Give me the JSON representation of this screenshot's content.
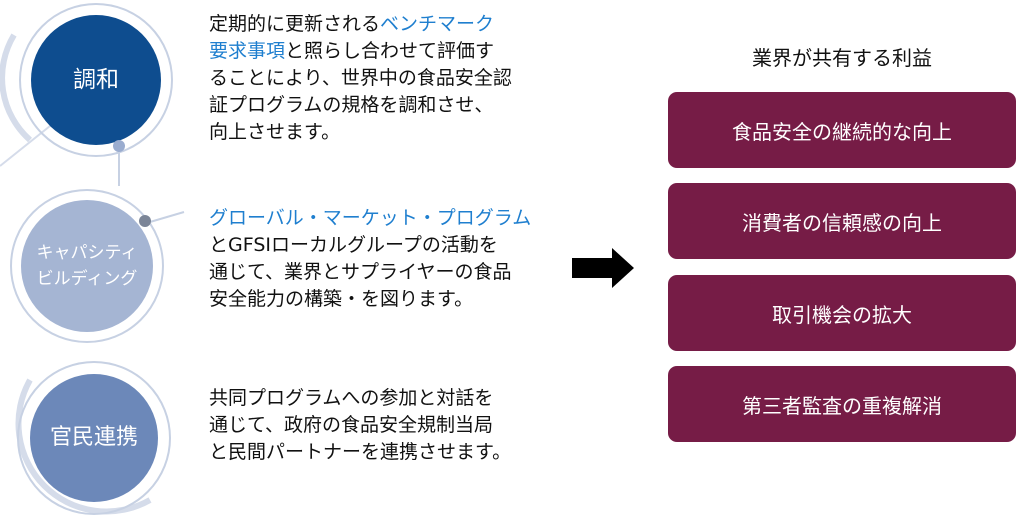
{
  "pillars": [
    {
      "label_lines": [
        "調和"
      ],
      "description_lines": [
        [
          {
            "text": "定期的に更新される"
          },
          {
            "text": "ベンチマーク",
            "hl": true
          }
        ],
        [
          {
            "text": "要求事項",
            "hl": true
          },
          {
            "text": "と照らし合わせて評価す"
          }
        ],
        [
          {
            "text": "ることにより、世界中の食品安全認"
          }
        ],
        [
          {
            "text": "証プログラムの規格を調和させ、"
          }
        ],
        [
          {
            "text": "向上させます。"
          }
        ]
      ]
    },
    {
      "label_lines": [
        "キャパシティ",
        "ビルディング"
      ],
      "description_lines": [
        [
          {
            "text": "グローバル・マーケット・プログラム",
            "hl": true
          }
        ],
        [
          {
            "text": "とGFSIローカルグループの活動を"
          }
        ],
        [
          {
            "text": "通じて、業界とサプライヤーの食品"
          }
        ],
        [
          {
            "text": "安全能力の構築・を図ります。"
          }
        ]
      ]
    },
    {
      "label_lines": [
        "官民連携"
      ],
      "description_lines": [
        [
          {
            "text": "共同プログラムへの参加と対話を"
          }
        ],
        [
          {
            "text": "通じて、政府の食品安全規制当局"
          }
        ],
        [
          {
            "text": "と民間パートナーを連携させます。"
          }
        ]
      ]
    }
  ],
  "benefits": {
    "title": "業界が共有する利益",
    "items": [
      "食品安全の継続的な向上",
      "消費者の信頼感の向上",
      "取引機会の拡大",
      "第三者監査の重複解消"
    ]
  },
  "colors": {
    "highlight": "#1f7fcf",
    "benefit_box": "#761c46",
    "pillar_1": "#0e4d8f",
    "pillar_2": "#a5b5d3",
    "pillar_3": "#6c88b9",
    "ring": "#c7d1e3",
    "arrow": "#000000"
  }
}
